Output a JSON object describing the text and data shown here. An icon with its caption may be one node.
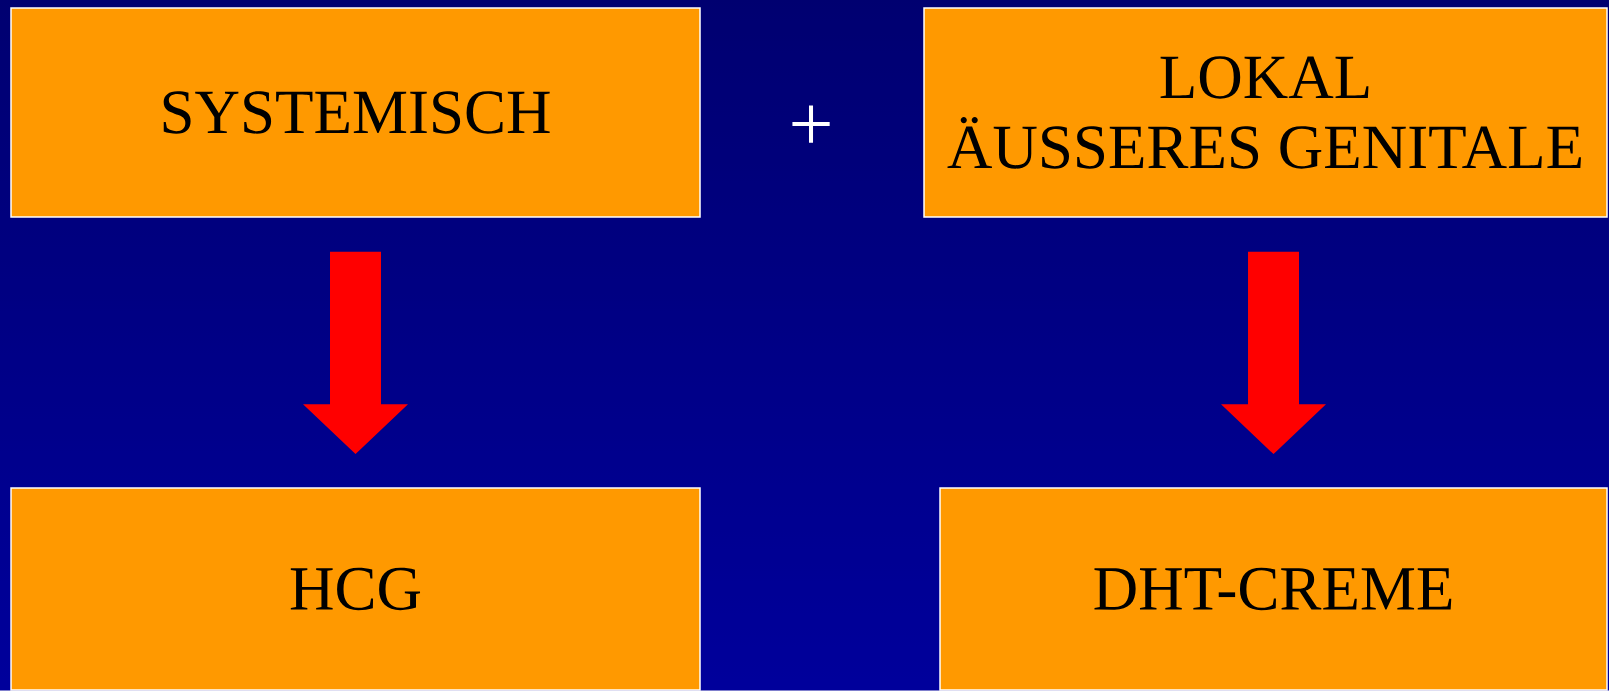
{
  "diagram": {
    "nodes": [
      {
        "text": [
          "SYSTEMISCH"
        ]
      },
      {
        "text": [
          "LOKAL",
          "ÄUSSERES GENITALE"
        ]
      },
      {
        "text": [
          "HCG"
        ]
      },
      {
        "text": [
          "DHT-CREME"
        ]
      }
    ],
    "edges": [
      {
        "from": 0,
        "to": 2,
        "arrow": "to"
      },
      {
        "from": 1,
        "to": 3,
        "arrow": "to"
      }
    ],
    "labels": [
      "+"
    ]
  }
}
